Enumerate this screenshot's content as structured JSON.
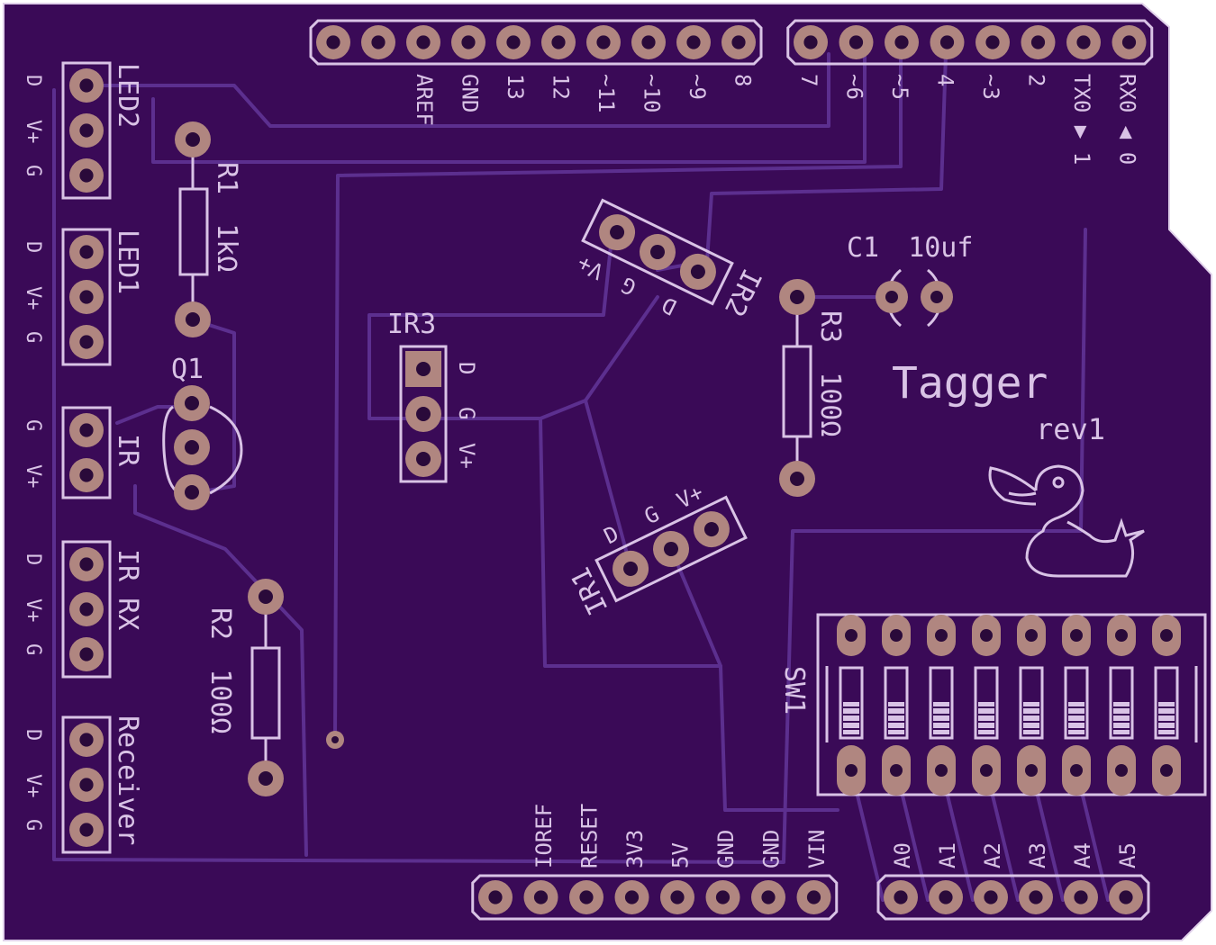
{
  "colors": {
    "board": "#3a0a57",
    "trace": "#5c2f8f",
    "silkscreen": "#d9c3e6",
    "pad": "#b08680",
    "drill": "#2a0a3a"
  },
  "board": {
    "title": "Tagger",
    "revision": "rev1"
  },
  "headers": {
    "top_left_pins": [
      "AREF",
      "GND",
      "13",
      "12",
      "~11",
      "~10",
      "~9",
      "8"
    ],
    "top_right_pins": [
      "7",
      "~6",
      "~5",
      "4",
      "~3",
      "2",
      "TX0 ▶ 1",
      "RX0 ◀ 0"
    ],
    "bottom_left_pins": [
      "IOREF",
      "RESET",
      "3V3",
      "5V",
      "GND",
      "GND",
      "VIN"
    ],
    "bottom_right_pins": [
      "A0",
      "A1",
      "A2",
      "A3",
      "A4",
      "A5"
    ]
  },
  "connectors": [
    {
      "ref": "LED2",
      "pins": [
        "D",
        "V+",
        "G"
      ]
    },
    {
      "ref": "LED1",
      "pins": [
        "D",
        "V+",
        "G"
      ]
    },
    {
      "ref": "IR",
      "pins": [
        "G",
        "V+"
      ]
    },
    {
      "ref": "IR RX",
      "pins": [
        "D",
        "V+",
        "G"
      ]
    },
    {
      "ref": "Receiver",
      "pins": [
        "D",
        "V+",
        "G"
      ]
    }
  ],
  "components": {
    "r1": {
      "ref": "R1",
      "value": "1kΩ"
    },
    "r2": {
      "ref": "R2",
      "value": "100Ω"
    },
    "r3": {
      "ref": "R3",
      "value": "100Ω"
    },
    "c1": {
      "ref": "C1",
      "value": "10uf"
    },
    "q1": {
      "ref": "Q1"
    },
    "ir1": {
      "ref": "IR1",
      "pins": [
        "D",
        "G",
        "V+"
      ]
    },
    "ir2": {
      "ref": "IR2",
      "pins": [
        "D",
        "G",
        "V+"
      ]
    },
    "ir3": {
      "ref": "IR3",
      "pins": [
        "D",
        "G",
        "V+"
      ]
    },
    "sw1": {
      "ref": "SW1"
    }
  },
  "icons": [
    "duck-logo-icon"
  ]
}
